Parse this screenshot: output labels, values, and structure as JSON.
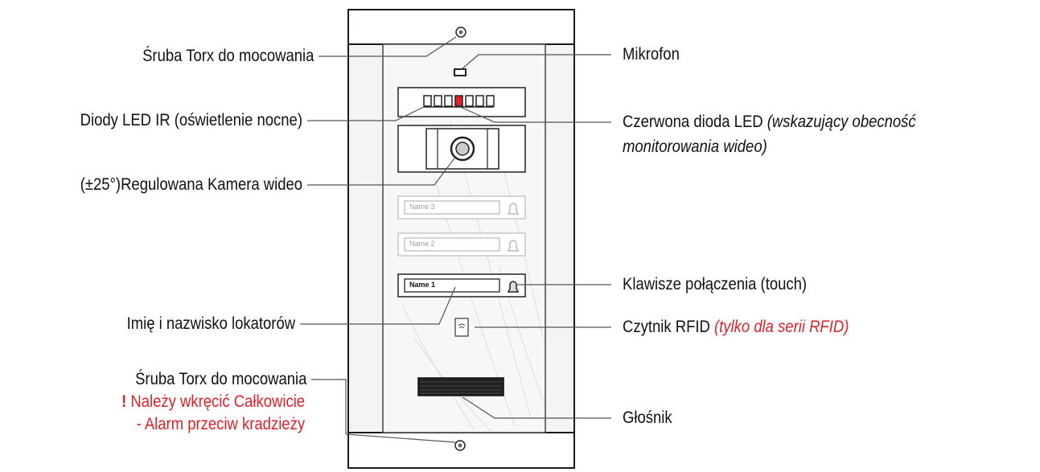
{
  "labels": {
    "screw_top": "Śruba Torx do mocowania",
    "ir_leds": "Diody LED IR (oświetlenie nocne)",
    "camera": "(±25°)Regulowana Kamera wideo",
    "tenant_names": "Imię i nazwisko lokatorów",
    "screw_bottom": "Śruba Torx do mocowania",
    "warning_mark": "!",
    "warning_line1": "Należy wkręcić Całkowicie",
    "warning_line2": "- Alarm przeciw kradzieży",
    "microphone": "Mikrofon",
    "red_led": "Czerwona dioda LED",
    "red_led_note_1": "(wskazujący obecność",
    "red_led_note_2": "monitorowania wideo)",
    "call_buttons": "Klawisze połączenia  (touch)",
    "rfid": "Czytnik RFID",
    "rfid_note": "(tylko dla serii  RFID)",
    "speaker": "Głośnik"
  },
  "panel": {
    "name_3": "Name 3",
    "name_2": "Name 2",
    "name_1": "Name 1"
  },
  "colors": {
    "text": "#111111",
    "accent_red": "#e0202a",
    "line": "#555555",
    "panel_fill": "#f2f2f2"
  }
}
